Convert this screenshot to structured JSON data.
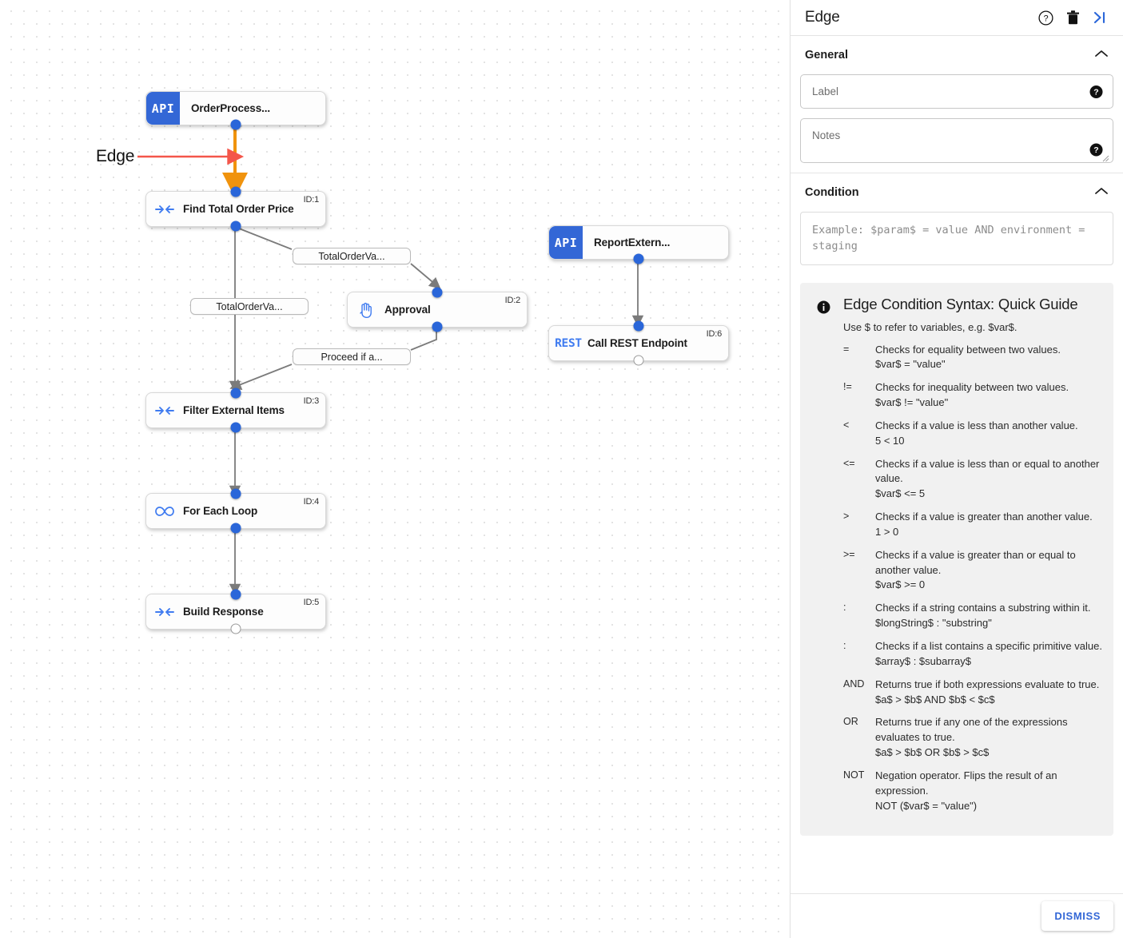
{
  "canvas": {
    "annotation": {
      "text": "Edge",
      "arrow_color": "#f4564a"
    },
    "selected_edge_color": "#f0930d",
    "nodes": [
      {
        "key": "order_process",
        "label": "OrderProcess...",
        "badge": "API",
        "id": "",
        "type": "api"
      },
      {
        "key": "find_total_order_price",
        "label": "Find Total Order Price",
        "badge": "",
        "id": "ID:1",
        "type": "transform"
      },
      {
        "key": "approval",
        "label": "Approval",
        "badge": "",
        "id": "ID:2",
        "type": "hand"
      },
      {
        "key": "filter_external_items",
        "label": "Filter External Items",
        "badge": "",
        "id": "ID:3",
        "type": "transform"
      },
      {
        "key": "for_each_loop",
        "label": "For Each Loop",
        "badge": "",
        "id": "ID:4",
        "type": "loop"
      },
      {
        "key": "build_response",
        "label": "Build Response",
        "badge": "",
        "id": "ID:5",
        "type": "transform"
      },
      {
        "key": "report_external",
        "label": "ReportExtern...",
        "badge": "API",
        "id": "",
        "type": "api"
      },
      {
        "key": "call_rest_endpoint",
        "label": "Call REST Endpoint",
        "badge": "REST",
        "id": "ID:6",
        "type": "rest"
      }
    ],
    "edge_labels": [
      {
        "key": "total_order_va_1",
        "text": "TotalOrderVa..."
      },
      {
        "key": "total_order_va_2",
        "text": "TotalOrderVa..."
      },
      {
        "key": "proceed_if_a",
        "text": "Proceed if a..."
      }
    ]
  },
  "panel": {
    "title": "Edge",
    "header_icons": [
      {
        "key": "help",
        "name": "help-circle-icon"
      },
      {
        "key": "delete",
        "name": "trash-icon"
      },
      {
        "key": "collapse",
        "name": "collapse-panel-icon"
      }
    ],
    "general": {
      "heading": "General",
      "label_field": {
        "placeholder": "Label",
        "value": ""
      },
      "notes_field": {
        "placeholder": "Notes",
        "value": ""
      }
    },
    "condition": {
      "heading": "Condition",
      "placeholder": "Example: $param$ = value AND environment = staging",
      "value": ""
    },
    "guide": {
      "title": "Edge Condition Syntax: Quick Guide",
      "subtitle": "Use $ to refer to variables, e.g. $var$.",
      "rows": [
        {
          "op": "=",
          "desc": "Checks for equality between two values.",
          "example": "$var$ = \"value\""
        },
        {
          "op": "!=",
          "desc": "Checks for inequality between two values.",
          "example": "$var$ != \"value\""
        },
        {
          "op": "<",
          "desc": "Checks if a value is less than another value.",
          "example": "5 < 10"
        },
        {
          "op": "<=",
          "desc": "Checks if a value is less than or equal to another value.",
          "example": "$var$ <= 5"
        },
        {
          "op": ">",
          "desc": "Checks if a value is greater than another value.",
          "example": "1 > 0"
        },
        {
          "op": ">=",
          "desc": "Checks if a value is greater than or equal to another value.",
          "example": "$var$ >= 0"
        },
        {
          "op": ":",
          "desc": "Checks if a string contains a substring within it.",
          "example": "$longString$ : \"substring\""
        },
        {
          "op": ":",
          "desc": "Checks if a list contains a specific primitive value.",
          "example": "$array$ : $subarray$"
        },
        {
          "op": "AND",
          "desc": "Returns true if both expressions evaluate to true.",
          "example": "$a$ > $b$ AND $b$ < $c$"
        },
        {
          "op": "OR",
          "desc": "Returns true if any one of the expressions evaluates to true.",
          "example": "$a$ > $b$ OR $b$ > $c$"
        },
        {
          "op": "NOT",
          "desc": "Negation operator. Flips the result of an expression.",
          "example": "NOT ($var$ = \"value\")"
        }
      ]
    },
    "footer": {
      "dismiss_label": "DISMISS"
    }
  }
}
